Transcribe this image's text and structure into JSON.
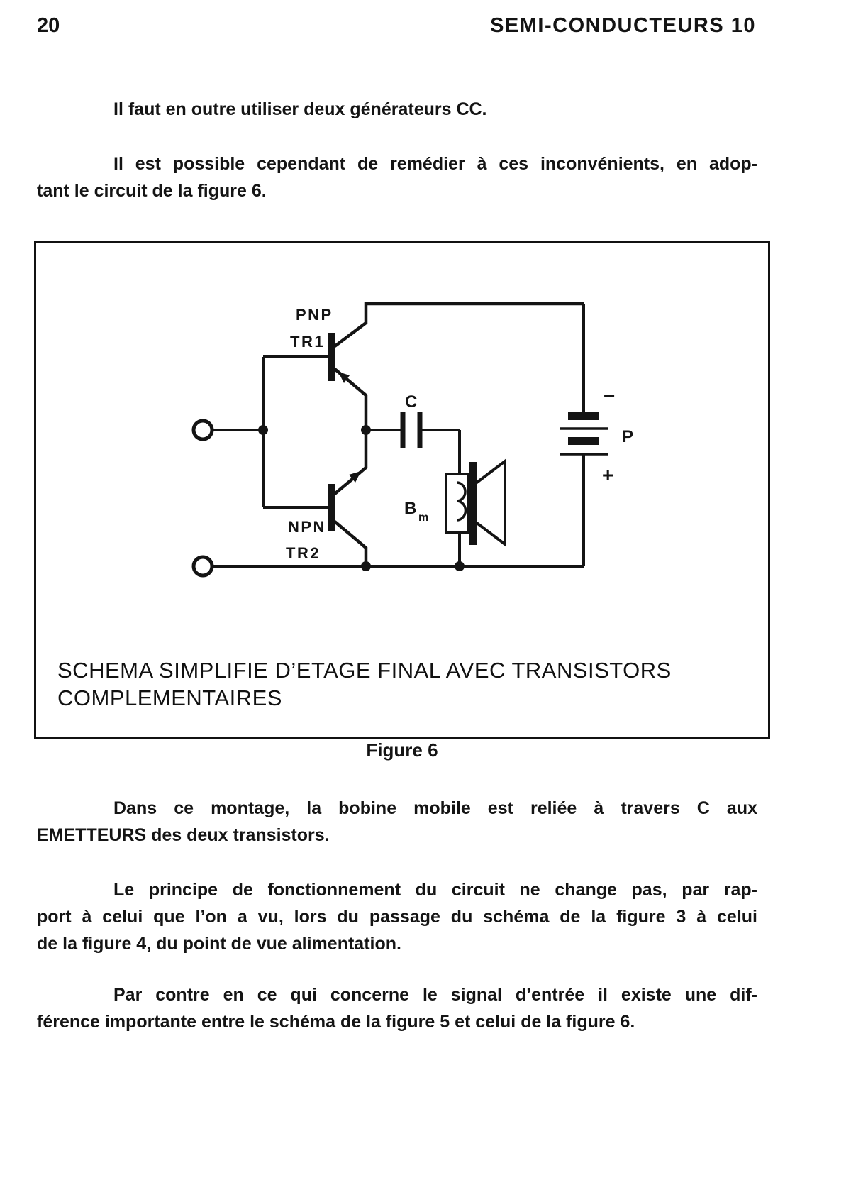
{
  "header": {
    "page_number": "20",
    "title": "SEMI-CONDUCTEURS 10"
  },
  "body": {
    "p1_l1": "Il faut en outre utiliser deux générateurs CC.",
    "p2_l1": "Il est possible cependant de remédier à ces inconvénients, en adop-",
    "p2_l2": "tant le circuit de la figure 6.",
    "p3_l1": "Dans ce montage, la bobine mobile est reliée à travers C aux",
    "p3_l2": "EMETTEURS des deux transistors.",
    "p4_l1": "Le principe de fonctionnement du circuit ne change pas, par rap-",
    "p4_l2": "port à celui que l’on a vu, lors du passage du schéma de la figure 3 à celui",
    "p4_l3": "de la figure 4, du point de vue alimentation.",
    "p5_l1": "Par contre en ce qui concerne le signal d’entrée il existe une dif-",
    "p5_l2": "férence importante entre le schéma de la figure 5 et celui de la figure 6."
  },
  "figure": {
    "caption_l1": "SCHEMA SIMPLIFIE D’ETAGE FINAL AVEC TRANSISTORS",
    "caption_l2": "COMPLEMENTAIRES",
    "figure_label": "Figure 6",
    "components": {
      "transistor1_type": "PNP",
      "transistor1_name": "TR1",
      "transistor2_type": "NPN",
      "transistor2_name": "TR2",
      "capacitor": "C",
      "coil": "B",
      "coil_sub": "m",
      "battery": "P",
      "minus": "−",
      "plus": "+"
    }
  }
}
